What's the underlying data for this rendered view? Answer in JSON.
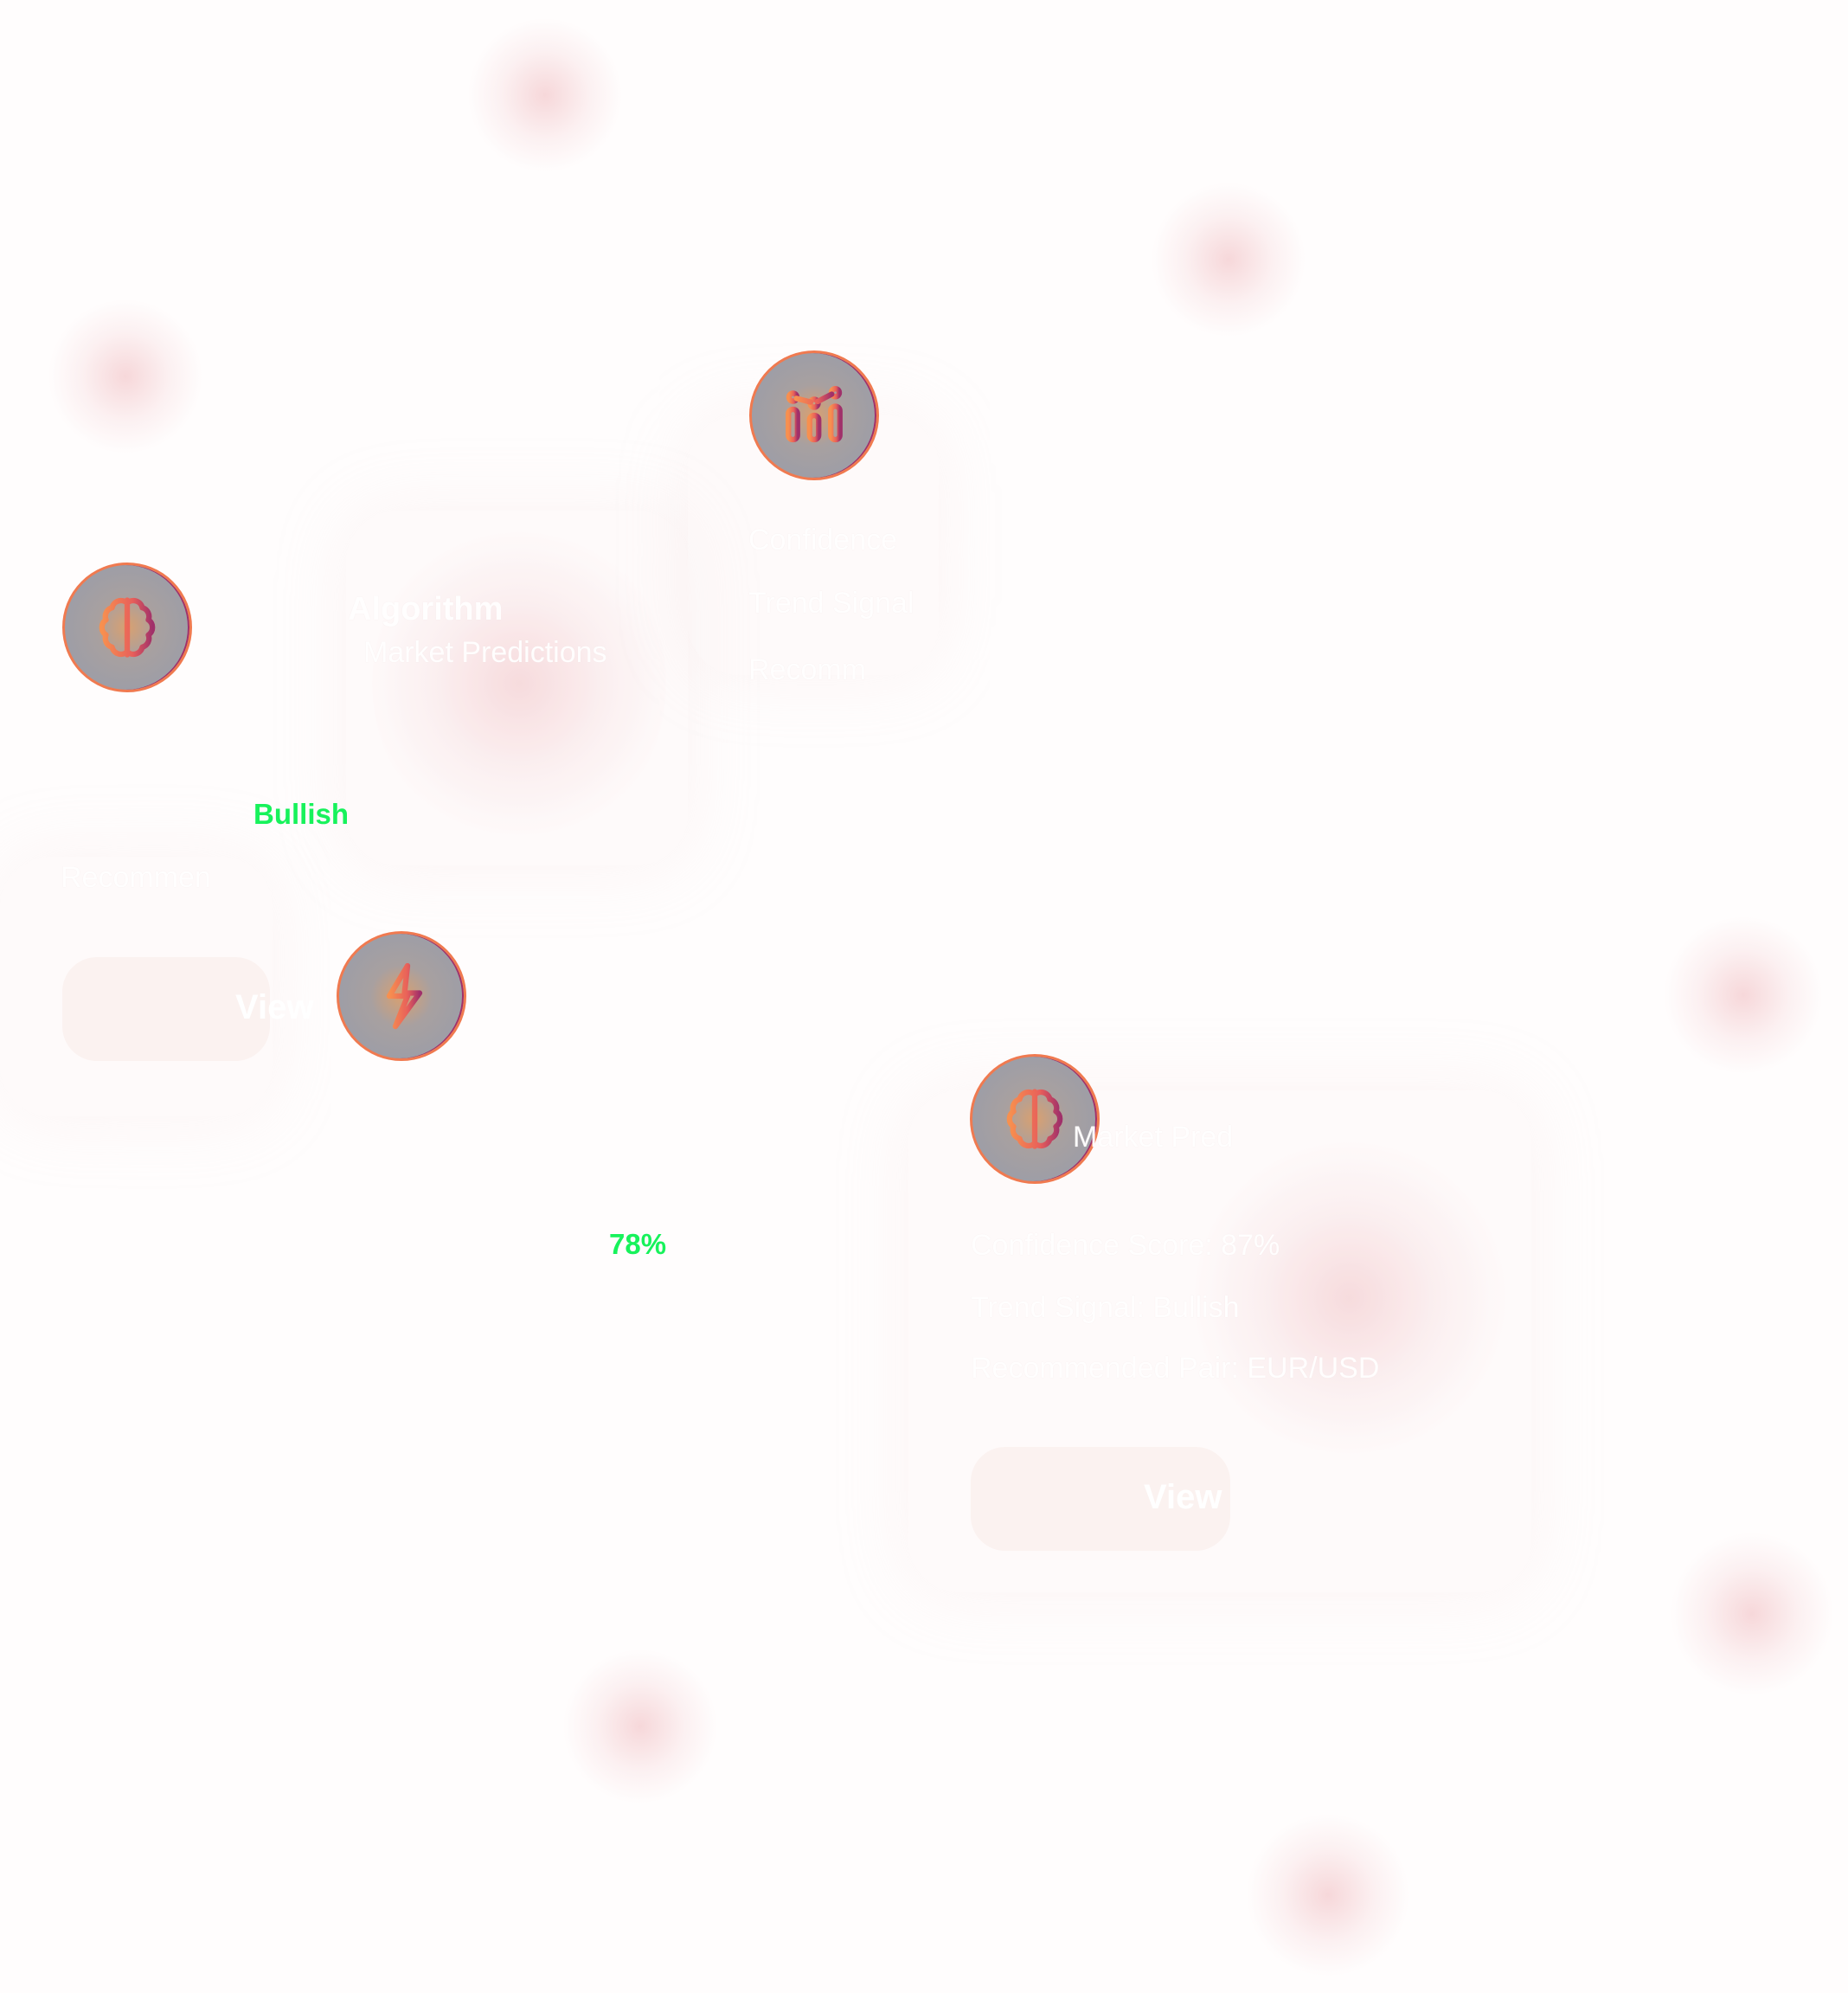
{
  "card_main": {
    "title": "Algorithm",
    "subtitle": "Market Predictions",
    "percent": "78%",
    "trend_value": "Bullish",
    "recommend_label": "Recommen"
  },
  "card_side": {
    "confidence_label": "Confidence",
    "trend_label": "Trend Signal",
    "recommend_label": "Recomm"
  },
  "card_second": {
    "subtitle": "Market Pred",
    "confidence": "Confidence Score: 87%",
    "trend": "Trend Signal: Bullish",
    "pair": "Recommended Pair: EUR/USD",
    "view_button": "View"
  },
  "card_first_view_button": "View",
  "icons": [
    "chart-icon",
    "brain-icon",
    "lightning-icon",
    "brain-icon"
  ],
  "colors": {
    "accent_green": "#17f25b",
    "icon_stroke_start": "#f7904f",
    "icon_stroke_end": "#a0306a",
    "icon_bg": "#9e9ea6"
  }
}
